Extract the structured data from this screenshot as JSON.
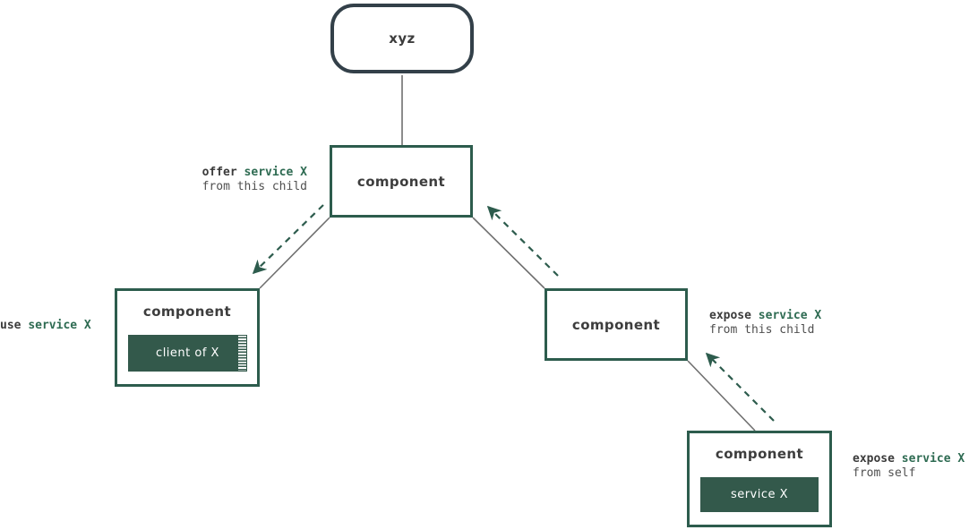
{
  "nodes": {
    "root": {
      "label": "xyz"
    },
    "parent": {
      "label": "component"
    },
    "left_child": {
      "label": "component",
      "inner_label": "client of X"
    },
    "right_child": {
      "label": "component"
    },
    "grandchild": {
      "label": "component",
      "inner_label": "service X"
    }
  },
  "annotations": {
    "offer": {
      "verb": "offer",
      "object": "service X",
      "subtitle": "from this child"
    },
    "use": {
      "verb": "use",
      "object": "service X"
    },
    "expose_child": {
      "verb": "expose",
      "object": "service X",
      "subtitle": "from this child"
    },
    "expose_self": {
      "verb": "expose",
      "object": "service X",
      "subtitle": "from self"
    }
  },
  "colors": {
    "component_border_green": "#2d5c4d",
    "inner_box_green": "#33594b",
    "accent_text_green": "#2e6b52",
    "root_border_slate": "#334049",
    "node_text_gray": "#3d3d3d",
    "subtitle_gray": "#4f4f4f",
    "connector_gray": "#6f6f6f"
  }
}
